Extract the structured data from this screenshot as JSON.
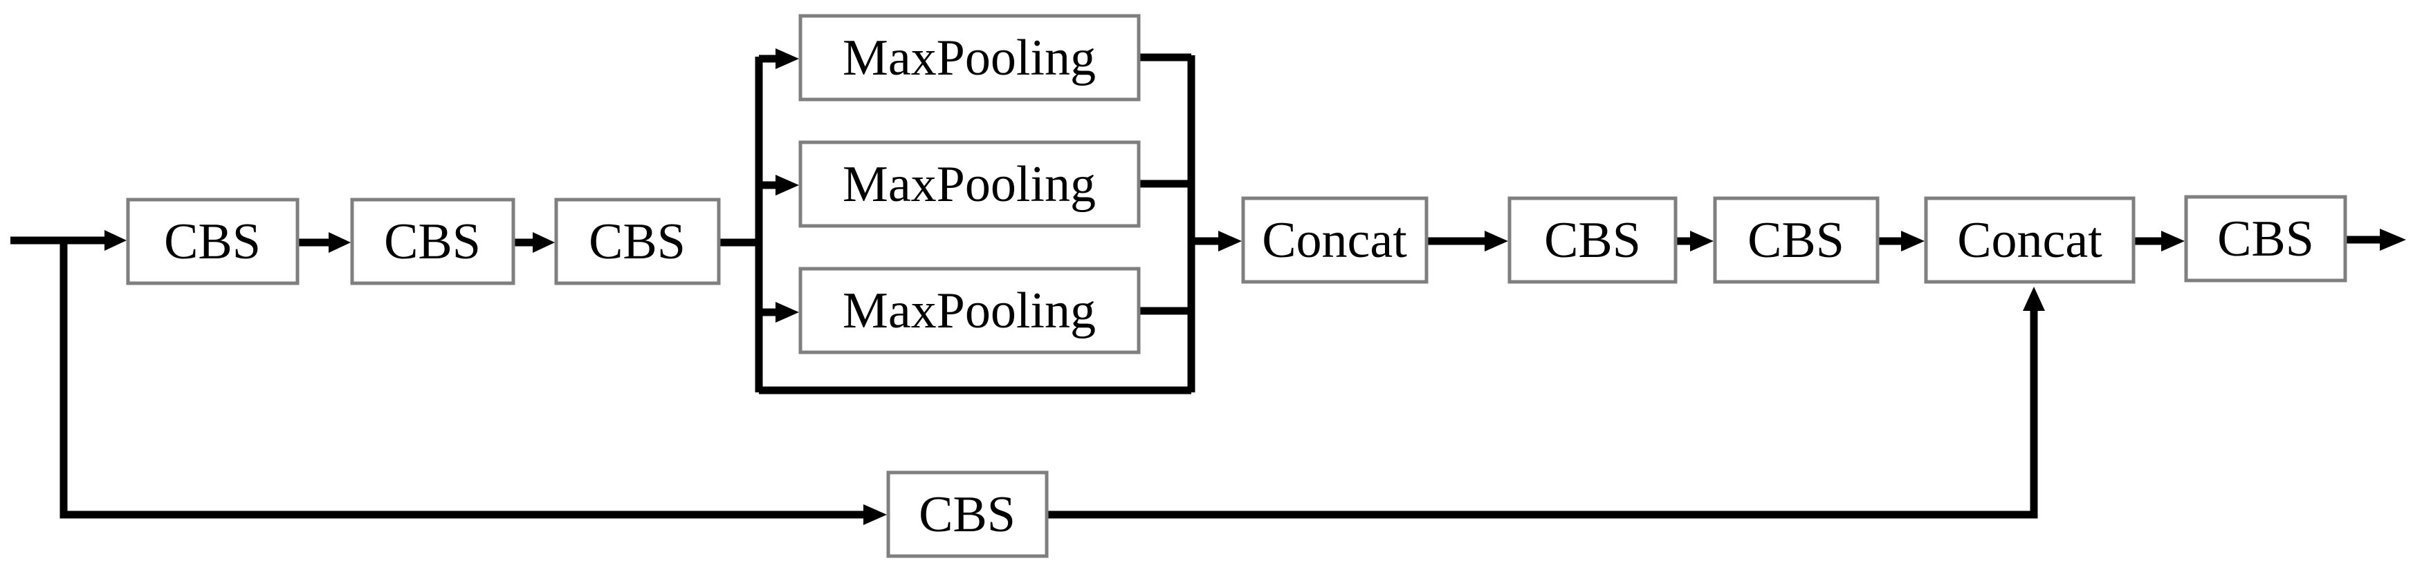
{
  "blocks": {
    "cbs_1": "CBS",
    "cbs_2": "CBS",
    "cbs_3": "CBS",
    "maxpool_1": "MaxPooling",
    "maxpool_2": "MaxPooling",
    "maxpool_3": "MaxPooling",
    "concat_1": "Concat",
    "cbs_4": "CBS",
    "cbs_5": "CBS",
    "concat_2": "Concat",
    "cbs_6": "CBS",
    "cbs_shortcut": "CBS"
  },
  "colors": {
    "box_border": "#7f7f7f",
    "line": "#000000",
    "background": "#ffffff"
  }
}
